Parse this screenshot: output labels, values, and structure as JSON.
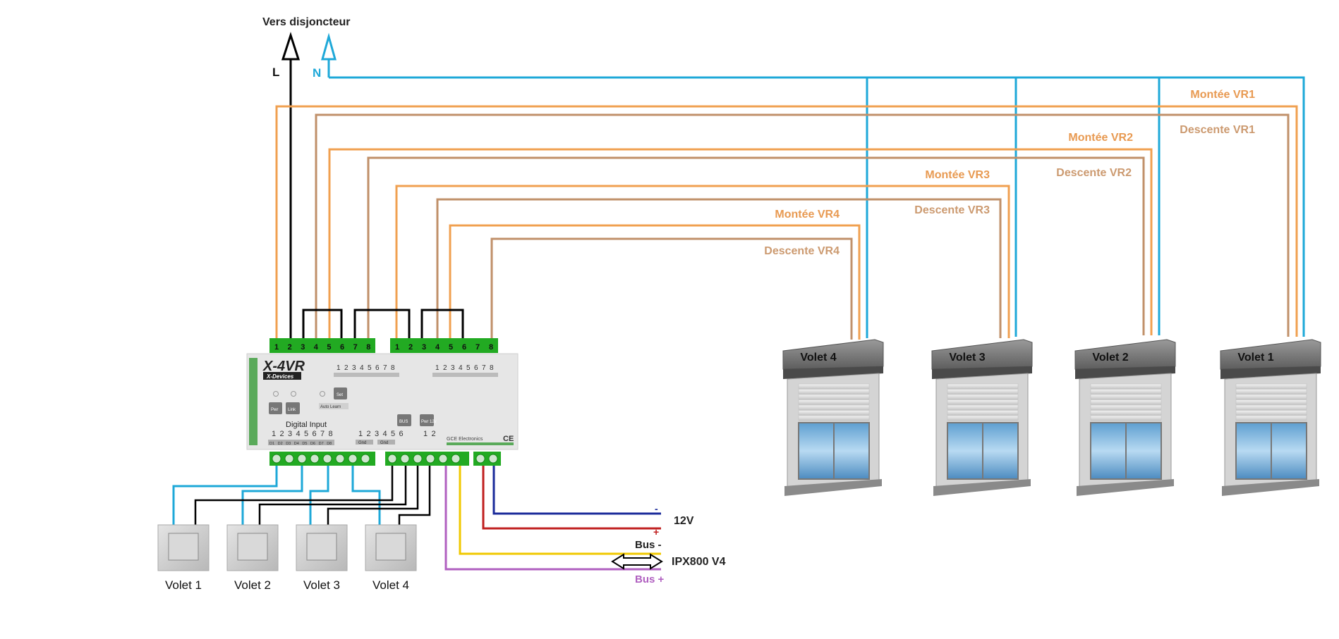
{
  "top_label": "Vers disjoncteur",
  "phase_label": "L",
  "neutral_label": "N",
  "colors": {
    "neutral": "#1ea8d8",
    "montee": "#f0a050",
    "descente": "#c0906a",
    "phase": "#000000",
    "label_orange": "#e89a52",
    "label_brown": "#cc9a70",
    "label_purple": "#b060c0",
    "terminal_green": "#22aa22",
    "minus_12v": "#1a2a9a",
    "plus_12v": "#c02020",
    "bus_minus": "#f0c800",
    "bus_plus": "#b060c0"
  },
  "wire_labels": {
    "montee_vr1": "Montée VR1",
    "descente_vr1": "Descente VR1",
    "montee_vr2": "Montée VR2",
    "descente_vr2": "Descente VR2",
    "montee_vr3": "Montée VR3",
    "descente_vr3": "Descente VR3",
    "montee_vr4": "Montée VR4",
    "descente_vr4": "Descente VR4"
  },
  "shutters": [
    "Volet 4",
    "Volet 3",
    "Volet 2",
    "Volet 1"
  ],
  "switches": [
    "Volet 1",
    "Volet 2",
    "Volet 3",
    "Volet 4"
  ],
  "module": {
    "title": "X-4VR",
    "brand": "X-Devices",
    "maker": "GCE Electronics",
    "ce_mark": "CE",
    "digital_input": "Digital Input",
    "btn_pwr": "Pwr",
    "btn_link": "Link",
    "btn_set": "Set",
    "auto_learn": "Auto Learn",
    "btn_bus": "BUS",
    "btn_pwr12": "Pwr 12v",
    "gnd": "Gnd",
    "terminal_numbers": [
      "1",
      "2",
      "3",
      "4",
      "5",
      "6",
      "7",
      "8"
    ],
    "di_labels": [
      "D1",
      "D2",
      "D3",
      "D4",
      "D5",
      "D6",
      "D7",
      "D8"
    ],
    "bus_numbers": [
      "1",
      "2",
      "3",
      "4",
      "5",
      "6"
    ],
    "pwr_numbers": [
      "1",
      "2"
    ]
  },
  "power": {
    "minus": "-",
    "plus": "+",
    "voltage": "12V",
    "bus_minus": "Bus -",
    "bus_plus": "Bus +",
    "ipx": "IPX800 V4"
  }
}
